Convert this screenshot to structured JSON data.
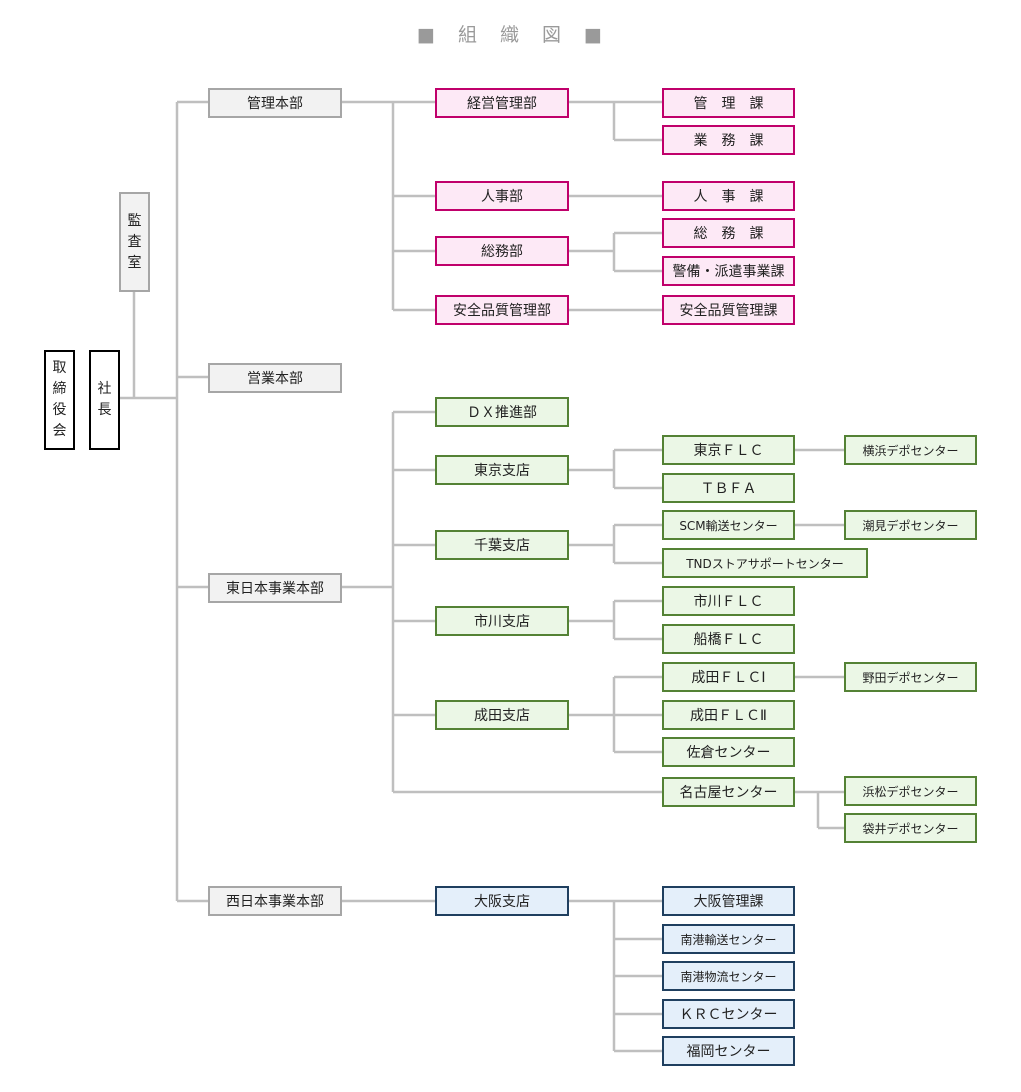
{
  "title": "■　組　織　図　■",
  "colors": {
    "line": "#bfbfbf",
    "gray": "#a6a6a6",
    "black": "#000000",
    "pink": "#c0006b",
    "green": "#548235",
    "blue": "#1f3f5f"
  },
  "board": "取締役会",
  "president": "社長",
  "audit": "監査室",
  "divisions": {
    "management": "管理本部",
    "sales": "営業本部",
    "east": "東日本事業本部",
    "west": "西日本事業本部"
  },
  "management": {
    "keiei": "経営管理部",
    "jinji": "人事部",
    "soumu": "総務部",
    "anzen": "安全品質管理部",
    "kanri_ka": "管　理　課",
    "gyomu_ka": "業　務　課",
    "jinji_ka": "人　事　課",
    "soumu_ka": "総　務　課",
    "keibi_ka": "警備・派遣事業課",
    "anzen_ka": "安全品質管理課"
  },
  "east": {
    "dx": "ＤＸ推進部",
    "tokyo": "東京支店",
    "chiba": "千葉支店",
    "ichikawa": "市川支店",
    "narita": "成田支店",
    "nagoya": "名古屋センター",
    "tokyo_flc": "東京ＦＬＣ",
    "tbfa": "ＴＢＦＡ",
    "scm": "SCM輸送センター",
    "tnd": "TNDストアサポートセンター",
    "ichikawa_flc": "市川ＦＬＣ",
    "funabashi_flc": "船橋ＦＬＣ",
    "narita_flc1": "成田ＦＬＣⅠ",
    "narita_flc2": "成田ＦＬＣⅡ",
    "sakura": "佐倉センター",
    "yokohama": "横浜デポセンター",
    "ushiomi": "潮見デポセンター",
    "noda": "野田デポセンター",
    "hamamatsu": "浜松デポセンター",
    "fukuroi": "袋井デポセンター"
  },
  "west": {
    "osaka": "大阪支店",
    "osaka_kanri": "大阪管理課",
    "nanko_yuso": "南港輸送センター",
    "nanko_butsuryu": "南港物流センター",
    "krc": "ＫＲＣセンター",
    "fukuoka": "福岡センター"
  }
}
